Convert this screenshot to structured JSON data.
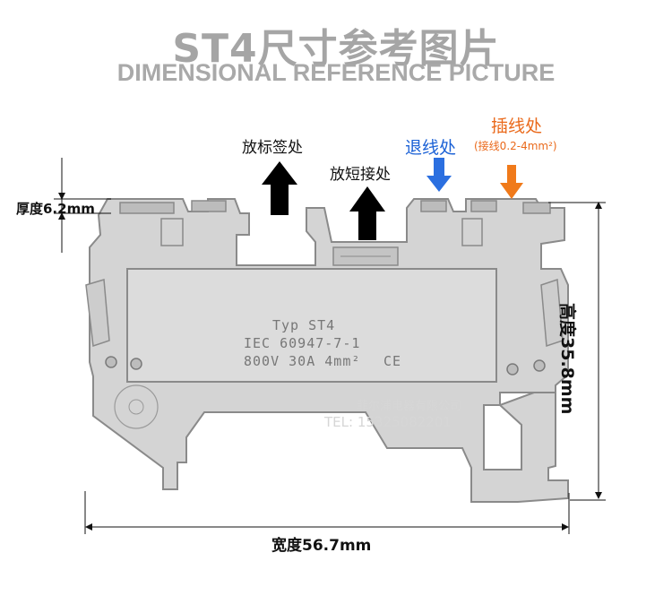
{
  "header": {
    "title": "ST4尺寸参考图片",
    "subtitle": "DIMENSIONAL REFERENCE PICTURE"
  },
  "callouts": {
    "label_position": "放标签处",
    "short_position": "放短接处",
    "release_position": "退线处",
    "insert_position": "插线处",
    "insert_spec": "(接线0.2-4mm²)"
  },
  "dimensions": {
    "thickness": "厚度6.2mm",
    "height": "高度35.8mm",
    "width": "宽度56.7mm"
  },
  "product_marking": {
    "line1": "Typ  ST4",
    "line2": "IEC 60947-7-1",
    "line3": "800V 30A 4mm²",
    "ce_mark": "CE"
  },
  "watermark": {
    "line1": "菲尔浦电器有限公司",
    "line2": "TEL: 15325082201"
  },
  "colors": {
    "arrow_black": "#000000",
    "arrow_blue": "#2b6fe0",
    "arrow_orange": "#f07a1a",
    "body_fill": "#d4d4d4"
  }
}
